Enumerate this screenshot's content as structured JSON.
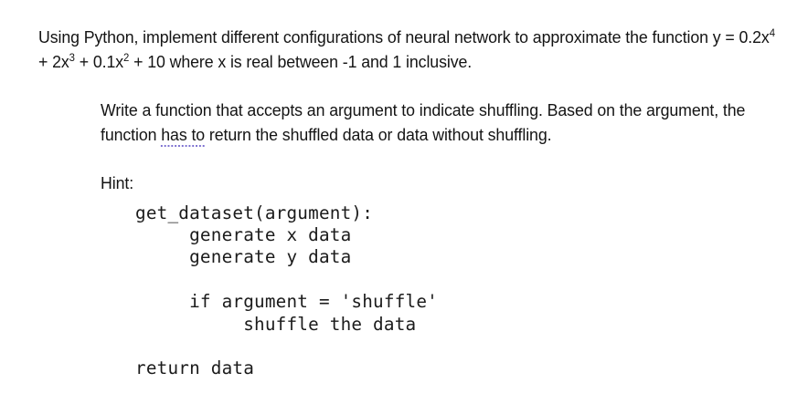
{
  "document": {
    "background_color": "#ffffff",
    "text_color": "#141414",
    "code_text_color": "#1b1b1b",
    "grammar_mark_color": "#7b6fd0"
  },
  "intro_paragraph": {
    "part_1": "Using Python, implement different configurations of neural network to approximate the function y = 0.2x",
    "exp_1": "4",
    "part_2": " + 2x",
    "exp_2": "3",
    "part_3": " + 0.1x",
    "exp_3": "2",
    "part_4": " + 10 where x is real between -1 and 1 inclusive.",
    "full_text": "Using Python, implement different configurations of neural network to approximate the function y = 0.2x⁴ + 2x³ + 0.1x² + 10 where x is real between -1 and 1 inclusive."
  },
  "task_paragraph": {
    "part_1": "Write a function that accepts an argument to indicate shuffling. Based on the argument, the function ",
    "marked_text": "has to",
    "part_2": " return the shuffled data or data without shuffling.",
    "full_text": "Write a function that accepts an argument to indicate shuffling. Based on the argument, the function has to return the shuffled data or data without shuffling."
  },
  "hint": {
    "label": "Hint:"
  },
  "code_block": {
    "language": "pseudocode",
    "lines": [
      "get_dataset(argument):",
      "     generate x data",
      "     generate y data",
      "",
      "     if argument = 'shuffle'",
      "          shuffle the data",
      "",
      "return data"
    ],
    "line_0": "get_dataset(argument):",
    "line_1": "     generate x data",
    "line_2": "     generate y data",
    "line_3": "",
    "line_4": "     if argument = 'shuffle'",
    "line_5": "          shuffle the data",
    "line_6": "",
    "line_7": "return data"
  }
}
